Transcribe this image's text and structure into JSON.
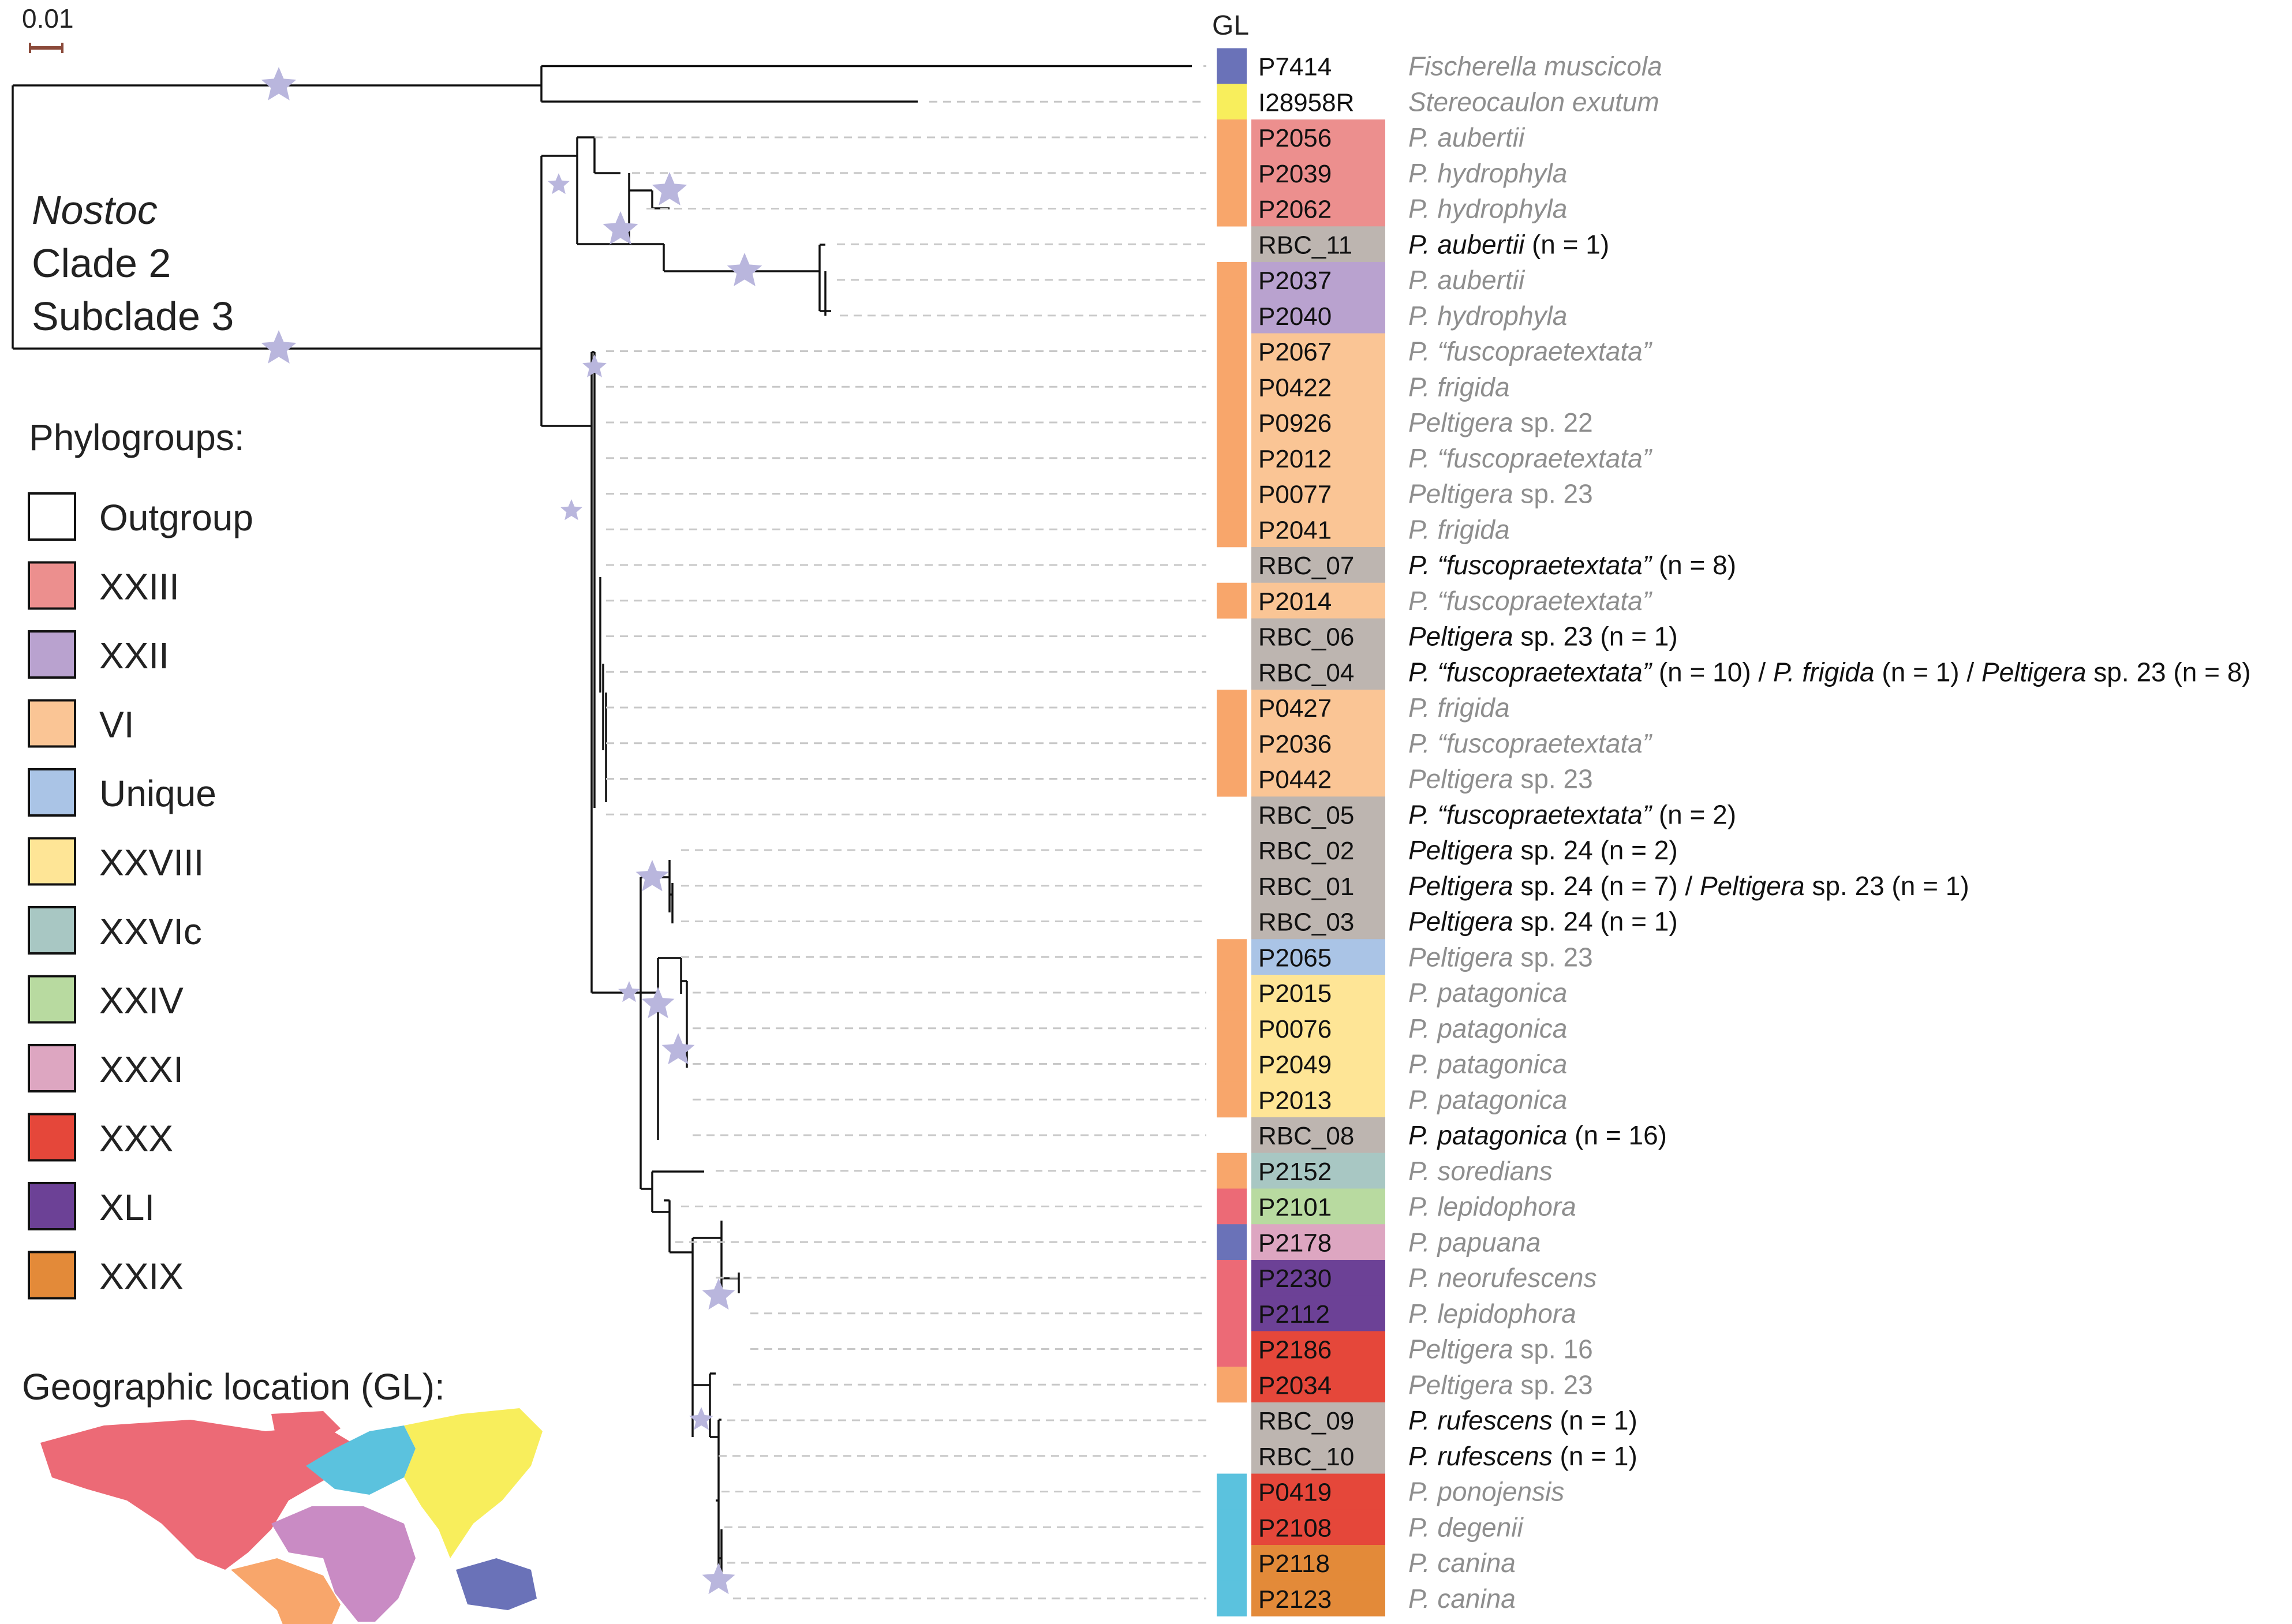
{
  "scale_bar": {
    "label": "0.01",
    "color": "#8B4A3A"
  },
  "clade_label": {
    "genus": "Nostoc",
    "line2": "Clade 2",
    "line3": "Subclade 3"
  },
  "gl_header": "GL",
  "phylogroups_title": "Phylogroups:",
  "geo_title": "Geographic location (GL):",
  "phylogroups": [
    {
      "name": "Outgroup",
      "color": "#ffffff"
    },
    {
      "name": "XXIII",
      "color": "#EC8F8E"
    },
    {
      "name": "XXII",
      "color": "#B9A2CF"
    },
    {
      "name": "VI",
      "color": "#FAC595"
    },
    {
      "name": "Unique",
      "color": "#AAC4E6"
    },
    {
      "name": "XXVIII",
      "color": "#FEE596"
    },
    {
      "name": "XXVIc",
      "color": "#A8C7C3"
    },
    {
      "name": "XXIV",
      "color": "#B8DAA0"
    },
    {
      "name": "XXXI",
      "color": "#DDA6C1"
    },
    {
      "name": "XXX",
      "color": "#E5473A"
    },
    {
      "name": "XLI",
      "color": "#6C4196"
    },
    {
      "name": "XXIX",
      "color": "#E38A39"
    }
  ],
  "geo_colors": {
    "north_america": "#EC6A76",
    "south_america": "#F8A66B",
    "europe": "#5BC2DE",
    "africa": "#C98BC4",
    "asia": "#F8EE5C",
    "oceania": "#6A72B8"
  },
  "colors": {
    "rbc_grey": "#BDB5B0",
    "star": "#B9B6DD",
    "line": "#000000",
    "dash": "#C8C8C8",
    "grey_text": "#8E8E8E"
  },
  "tips": [
    {
      "id": "P7414",
      "gl": "#6A72B8",
      "fill": "#ffffff",
      "species": [
        {
          "t": "Fischerella muscicola",
          "i": true
        }
      ],
      "grey": true
    },
    {
      "id": "I28958R",
      "gl": "#F8EE5C",
      "fill": "#ffffff",
      "species": [
        {
          "t": "Stereocaulon exutum",
          "i": true
        }
      ],
      "grey": true
    },
    {
      "id": "P2056",
      "gl": "#F8A66B",
      "fill": "#EC8F8E",
      "species": [
        {
          "t": "P. aubertii",
          "i": true
        }
      ],
      "grey": true
    },
    {
      "id": "P2039",
      "gl": "#F8A66B",
      "fill": "#EC8F8E",
      "species": [
        {
          "t": "P. hydrophyla",
          "i": true
        }
      ],
      "grey": true
    },
    {
      "id": "P2062",
      "gl": "#F8A66B",
      "fill": "#EC8F8E",
      "species": [
        {
          "t": "P. hydrophyla",
          "i": true
        }
      ],
      "grey": true
    },
    {
      "id": "RBC_11",
      "gl": "",
      "fill": "#BDB5B0",
      "species": [
        {
          "t": "P. aubertii",
          "i": true
        },
        {
          "t": " (n = 1)",
          "i": false
        }
      ],
      "grey": false
    },
    {
      "id": "P2037",
      "gl": "#F8A66B",
      "fill": "#B9A2CF",
      "species": [
        {
          "t": "P. aubertii",
          "i": true
        }
      ],
      "grey": true
    },
    {
      "id": "P2040",
      "gl": "#F8A66B",
      "fill": "#B9A2CF",
      "species": [
        {
          "t": "P. hydrophyla",
          "i": true
        }
      ],
      "grey": true
    },
    {
      "id": "P2067",
      "gl": "#F8A66B",
      "fill": "#FAC595",
      "species": [
        {
          "t": "P. “fuscopraetextata”",
          "i": true
        }
      ],
      "grey": true
    },
    {
      "id": "P0422",
      "gl": "#F8A66B",
      "fill": "#FAC595",
      "species": [
        {
          "t": "P. frigida",
          "i": true
        }
      ],
      "grey": true
    },
    {
      "id": "P0926",
      "gl": "#F8A66B",
      "fill": "#FAC595",
      "species": [
        {
          "t": "Peltigera",
          "i": true
        },
        {
          "t": " sp. 22",
          "i": false
        }
      ],
      "grey": true
    },
    {
      "id": "P2012",
      "gl": "#F8A66B",
      "fill": "#FAC595",
      "species": [
        {
          "t": "P. “fuscopraetextata”",
          "i": true
        }
      ],
      "grey": true
    },
    {
      "id": "P0077",
      "gl": "#F8A66B",
      "fill": "#FAC595",
      "species": [
        {
          "t": "Peltigera",
          "i": true
        },
        {
          "t": " sp. 23",
          "i": false
        }
      ],
      "grey": true
    },
    {
      "id": "P2041",
      "gl": "#F8A66B",
      "fill": "#FAC595",
      "species": [
        {
          "t": "P. frigida",
          "i": true
        }
      ],
      "grey": true
    },
    {
      "id": "RBC_07",
      "gl": "",
      "fill": "#BDB5B0",
      "species": [
        {
          "t": "P. “fuscopraetextata”",
          "i": true
        },
        {
          "t": " (n = 8)",
          "i": false
        }
      ],
      "grey": false
    },
    {
      "id": "P2014",
      "gl": "#F8A66B",
      "fill": "#FAC595",
      "species": [
        {
          "t": "P. “fuscopraetextata”",
          "i": true
        }
      ],
      "grey": true
    },
    {
      "id": "RBC_06",
      "gl": "",
      "fill": "#BDB5B0",
      "species": [
        {
          "t": "Peltigera",
          "i": true
        },
        {
          "t": " sp. 23 (n = 1)",
          "i": false
        }
      ],
      "grey": false
    },
    {
      "id": "RBC_04",
      "gl": "",
      "fill": "#BDB5B0",
      "species": [
        {
          "t": "P. “fuscopraetextata”",
          "i": true
        },
        {
          "t": " (n = 10) / ",
          "i": false
        },
        {
          "t": "P. frigida",
          "i": true
        },
        {
          "t": " (n = 1) / ",
          "i": false
        },
        {
          "t": "Peltigera",
          "i": true
        },
        {
          "t": " sp. 23 (n = 8)",
          "i": false
        }
      ],
      "grey": false
    },
    {
      "id": "P0427",
      "gl": "#F8A66B",
      "fill": "#FAC595",
      "species": [
        {
          "t": "P. frigida",
          "i": true
        }
      ],
      "grey": true
    },
    {
      "id": "P2036",
      "gl": "#F8A66B",
      "fill": "#FAC595",
      "species": [
        {
          "t": "P. “fuscopraetextata”",
          "i": true
        }
      ],
      "grey": true
    },
    {
      "id": "P0442",
      "gl": "#F8A66B",
      "fill": "#FAC595",
      "species": [
        {
          "t": "Peltigera",
          "i": true
        },
        {
          "t": " sp. 23",
          "i": false
        }
      ],
      "grey": true
    },
    {
      "id": "RBC_05",
      "gl": "",
      "fill": "#BDB5B0",
      "species": [
        {
          "t": "P. “fuscopraetextata”",
          "i": true
        },
        {
          "t": " (n = 2)",
          "i": false
        }
      ],
      "grey": false
    },
    {
      "id": "RBC_02",
      "gl": "",
      "fill": "#BDB5B0",
      "species": [
        {
          "t": "Peltigera",
          "i": true
        },
        {
          "t": " sp. 24 (n = 2)",
          "i": false
        }
      ],
      "grey": false
    },
    {
      "id": "RBC_01",
      "gl": "",
      "fill": "#BDB5B0",
      "species": [
        {
          "t": "Peltigera",
          "i": true
        },
        {
          "t": " sp. 24 (n = 7) / ",
          "i": false
        },
        {
          "t": "Peltigera",
          "i": true
        },
        {
          "t": " sp. 23 (n = 1)",
          "i": false
        }
      ],
      "grey": false
    },
    {
      "id": "RBC_03",
      "gl": "",
      "fill": "#BDB5B0",
      "species": [
        {
          "t": "Peltigera",
          "i": true
        },
        {
          "t": " sp. 24 (n = 1)",
          "i": false
        }
      ],
      "grey": false
    },
    {
      "id": "P2065",
      "gl": "#F8A66B",
      "fill": "#AAC4E6",
      "species": [
        {
          "t": "Peltigera",
          "i": true
        },
        {
          "t": " sp. 23",
          "i": false
        }
      ],
      "grey": true
    },
    {
      "id": "P2015",
      "gl": "#F8A66B",
      "fill": "#FEE596",
      "species": [
        {
          "t": "P. patagonica",
          "i": true
        }
      ],
      "grey": true
    },
    {
      "id": "P0076",
      "gl": "#F8A66B",
      "fill": "#FEE596",
      "species": [
        {
          "t": "P. patagonica",
          "i": true
        }
      ],
      "grey": true
    },
    {
      "id": "P2049",
      "gl": "#F8A66B",
      "fill": "#FEE596",
      "species": [
        {
          "t": "P. patagonica",
          "i": true
        }
      ],
      "grey": true
    },
    {
      "id": "P2013",
      "gl": "#F8A66B",
      "fill": "#FEE596",
      "species": [
        {
          "t": "P. patagonica",
          "i": true
        }
      ],
      "grey": true
    },
    {
      "id": "RBC_08",
      "gl": "",
      "fill": "#BDB5B0",
      "species": [
        {
          "t": "P. patagonica",
          "i": true
        },
        {
          "t": " (n = 16)",
          "i": false
        }
      ],
      "grey": false
    },
    {
      "id": "P2152",
      "gl": "#F8A66B",
      "fill": "#A8C7C3",
      "species": [
        {
          "t": "P. soredians",
          "i": true
        }
      ],
      "grey": true
    },
    {
      "id": "P2101",
      "gl": "#EC6A76",
      "fill": "#B8DAA0",
      "species": [
        {
          "t": "P. lepidophora",
          "i": true
        }
      ],
      "grey": true
    },
    {
      "id": "P2178",
      "gl": "#6A72B8",
      "fill": "#DDA6C1",
      "species": [
        {
          "t": "P. papuana",
          "i": true
        }
      ],
      "grey": true
    },
    {
      "id": "P2230",
      "gl": "#EC6A76",
      "fill": "#6C4196",
      "species": [
        {
          "t": "P. neorufescens",
          "i": true
        }
      ],
      "grey": true
    },
    {
      "id": "P2112",
      "gl": "#EC6A76",
      "fill": "#6C4196",
      "species": [
        {
          "t": "P. lepidophora",
          "i": true
        }
      ],
      "grey": true
    },
    {
      "id": "P2186",
      "gl": "#EC6A76",
      "fill": "#E5473A",
      "species": [
        {
          "t": "Peltigera",
          "i": true
        },
        {
          "t": " sp. 16",
          "i": false
        }
      ],
      "grey": true
    },
    {
      "id": "P2034",
      "gl": "#F8A66B",
      "fill": "#E5473A",
      "species": [
        {
          "t": "Peltigera",
          "i": true
        },
        {
          "t": " sp. 23",
          "i": false
        }
      ],
      "grey": true
    },
    {
      "id": "RBC_09",
      "gl": "",
      "fill": "#BDB5B0",
      "species": [
        {
          "t": "P. rufescens",
          "i": true
        },
        {
          "t": " (n = 1)",
          "i": false
        }
      ],
      "grey": false
    },
    {
      "id": "RBC_10",
      "gl": "",
      "fill": "#BDB5B0",
      "species": [
        {
          "t": "P. rufescens",
          "i": true
        },
        {
          "t": " (n = 1)",
          "i": false
        }
      ],
      "grey": false
    },
    {
      "id": "P0419",
      "gl": "#5BC2DE",
      "fill": "#E5473A",
      "species": [
        {
          "t": "P. ponojensis",
          "i": true
        }
      ],
      "grey": true
    },
    {
      "id": "P2108",
      "gl": "#5BC2DE",
      "fill": "#E5473A",
      "species": [
        {
          "t": "P. degenii",
          "i": true
        }
      ],
      "grey": true
    },
    {
      "id": "P2118",
      "gl": "#5BC2DE",
      "fill": "#E38A39",
      "species": [
        {
          "t": "P. canina",
          "i": true
        }
      ],
      "grey": true
    },
    {
      "id": "P2123",
      "gl": "#5BC2DE",
      "fill": "#E38A39",
      "species": [
        {
          "t": "P. canina",
          "i": true
        }
      ],
      "grey": true
    }
  ]
}
